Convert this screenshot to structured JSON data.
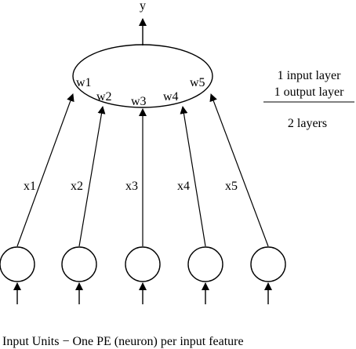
{
  "diagram": {
    "output_label": "y",
    "weights": [
      "w1",
      "w2",
      "w3",
      "w4",
      "w5"
    ],
    "inputs": [
      "x1",
      "x2",
      "x3",
      "x4",
      "x5"
    ],
    "side_note": {
      "line1": "1 input layer",
      "line2": "1 output layer",
      "total": "2 layers"
    },
    "caption": "Input Units − One PE (neuron) per input feature",
    "colors": {
      "stroke": "#000000",
      "background": "#ffffff"
    }
  }
}
